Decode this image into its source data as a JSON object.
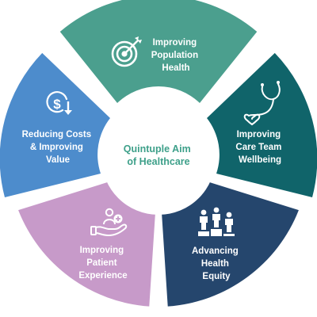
{
  "center": {
    "line1": "Quintuple Aim",
    "line2": "of Healthcare",
    "color": "#3ea08a"
  },
  "segments": [
    {
      "id": "population-health",
      "lines": [
        "Improving",
        "Population",
        "Health"
      ],
      "color": "#4b9f8e",
      "icon": "target-icon"
    },
    {
      "id": "care-team-wellbeing",
      "lines": [
        "Improving",
        "Care Team",
        "Wellbeing"
      ],
      "color": "#10646a",
      "icon": "stethoscope-icon"
    },
    {
      "id": "health-equity",
      "lines": [
        "Advancing",
        "Health",
        "Equity"
      ],
      "color": "#25466d",
      "icon": "people-on-steps-icon"
    },
    {
      "id": "patient-experience",
      "lines": [
        "Improving",
        "Patient",
        "Experience"
      ],
      "color": "#c79ac9",
      "icon": "patient-care-icon"
    },
    {
      "id": "reducing-costs",
      "lines": [
        "Reducing Costs",
        "& Improving",
        "Value"
      ],
      "color": "#4d8ccc",
      "icon": "dollar-down-icon"
    }
  ]
}
